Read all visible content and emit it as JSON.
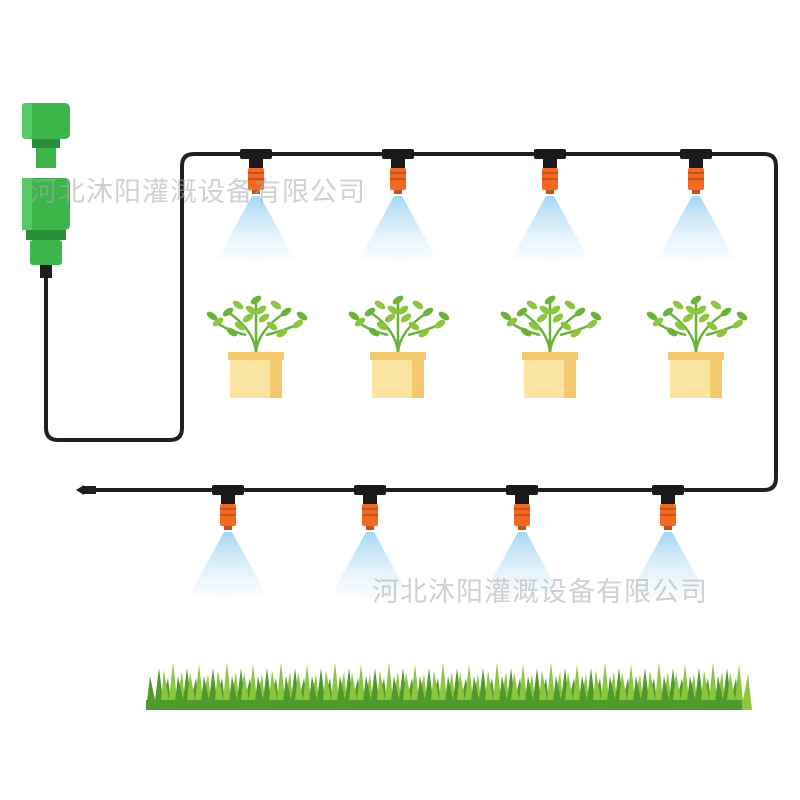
{
  "watermarks": [
    "河北沐阳灌溉设备有限公司",
    "河北沐阳灌溉设备有限公司"
  ],
  "colors": {
    "pipe": "#1f1f1f",
    "connector_green": "#3cb54a",
    "connector_dark_green": "#2a8f3a",
    "nozzle_orange": "#f26a21",
    "nozzle_black": "#1a1a1a",
    "spray_blue": "#bfe3f7",
    "pot_light": "#fbe3a1",
    "pot_dark": "#f4c96e",
    "plant_green": "#69b33b",
    "leaf_light": "#8cc63e",
    "grass_dark": "#4e9a2a",
    "grass_light": "#8cc63e"
  },
  "components": {
    "hose_connector": "hose-connector-icon",
    "upper_nozzles": 4,
    "lower_nozzles": 4,
    "potted_plants": 4,
    "end_plug": "end-plug-icon",
    "grass_strip": "grass-icon"
  }
}
